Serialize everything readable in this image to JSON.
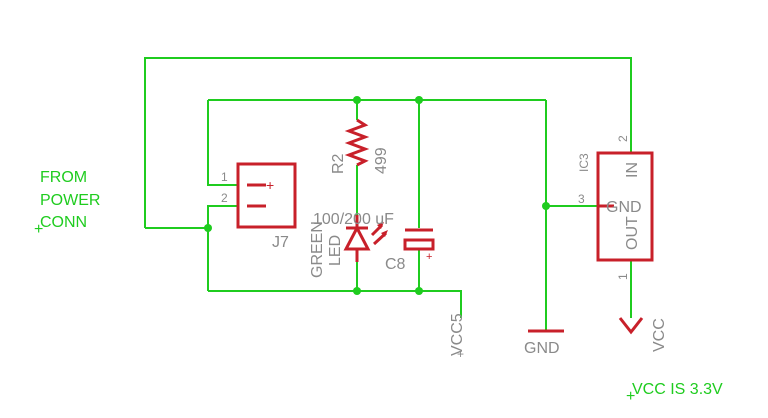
{
  "labels": {
    "from_power_conn": [
      "FROM",
      "POWER",
      "CONN"
    ],
    "note": "VCC IS 3.3V"
  },
  "j7": {
    "ref": "J7",
    "pin1": "1",
    "pin2": "2",
    "plus": "+"
  },
  "r2": {
    "ref": "R2",
    "value": "499"
  },
  "led": {
    "name": [
      "GREEN",
      "LED"
    ]
  },
  "c8": {
    "ref": "C8",
    "value": "100/200 uF",
    "plus": "+"
  },
  "ic3": {
    "ref": "IC3",
    "pin_in_num": "2",
    "pin_in": "IN",
    "pin_gnd_num": "3",
    "pin_gnd": "GND",
    "pin_out_num": "1",
    "pin_out": "OUT"
  },
  "nets": {
    "vcc5": "VCC5",
    "gnd": "GND",
    "vcc": "VCC"
  },
  "colors": {
    "wire": "#1fcc1f",
    "part": "#c8202a",
    "text": "#8a8a8a"
  }
}
